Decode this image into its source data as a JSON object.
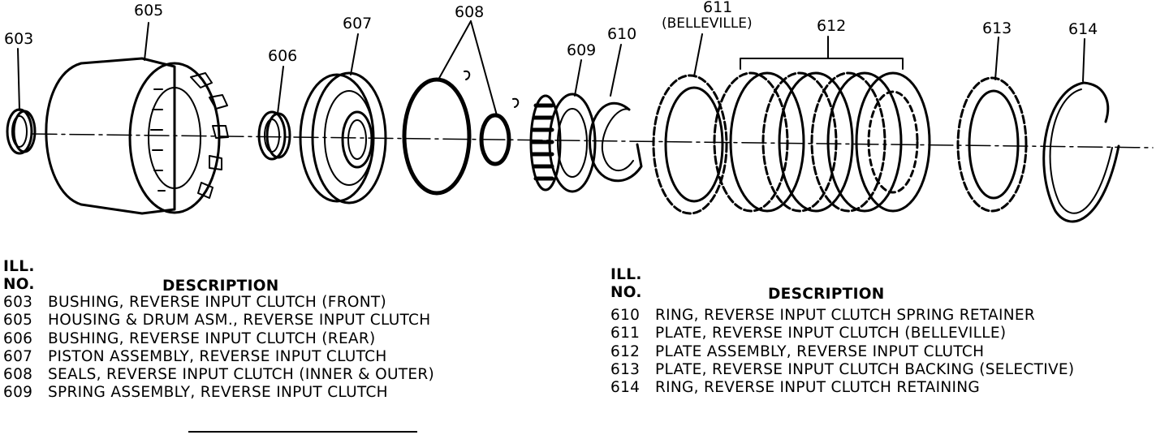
{
  "callouts": {
    "c603": "603",
    "c605": "605",
    "c606": "606",
    "c607": "607",
    "c608": "608",
    "c609": "609",
    "c610": "610",
    "c611": "611",
    "c611_sub": "(BELLEVILLE)",
    "c612": "612",
    "c613": "613",
    "c614": "614"
  },
  "legend_left": {
    "ill": "ILL.",
    "no": "NO.",
    "description": "DESCRIPTION",
    "rows": [
      {
        "num": "603",
        "text": "BUSHING, REVERSE INPUT CLUTCH (FRONT)"
      },
      {
        "num": "605",
        "text": "HOUSING & DRUM ASM., REVERSE INPUT CLUTCH"
      },
      {
        "num": "606",
        "text": "BUSHING, REVERSE INPUT CLUTCH (REAR)"
      },
      {
        "num": "607",
        "text": "PISTON ASSEMBLY, REVERSE INPUT CLUTCH"
      },
      {
        "num": "608",
        "text": "SEALS, REVERSE INPUT CLUTCH (INNER & OUTER)"
      },
      {
        "num": "609",
        "text": "SPRING ASSEMBLY, REVERSE INPUT CLUTCH"
      }
    ]
  },
  "legend_right": {
    "ill": "ILL.",
    "no": "NO.",
    "description": "DESCRIPTION",
    "rows": [
      {
        "num": "610",
        "text": "RING, REVERSE INPUT CLUTCH SPRING RETAINER"
      },
      {
        "num": "611",
        "text": "PLATE, REVERSE INPUT CLUTCH (BELLEVILLE)"
      },
      {
        "num": "612",
        "text": "PLATE ASSEMBLY, REVERSE INPUT CLUTCH"
      },
      {
        "num": "613",
        "text": "PLATE, REVERSE INPUT CLUTCH BACKING (SELECTIVE)"
      },
      {
        "num": "614",
        "text": "RING, REVERSE INPUT CLUTCH RETAINING"
      }
    ]
  }
}
